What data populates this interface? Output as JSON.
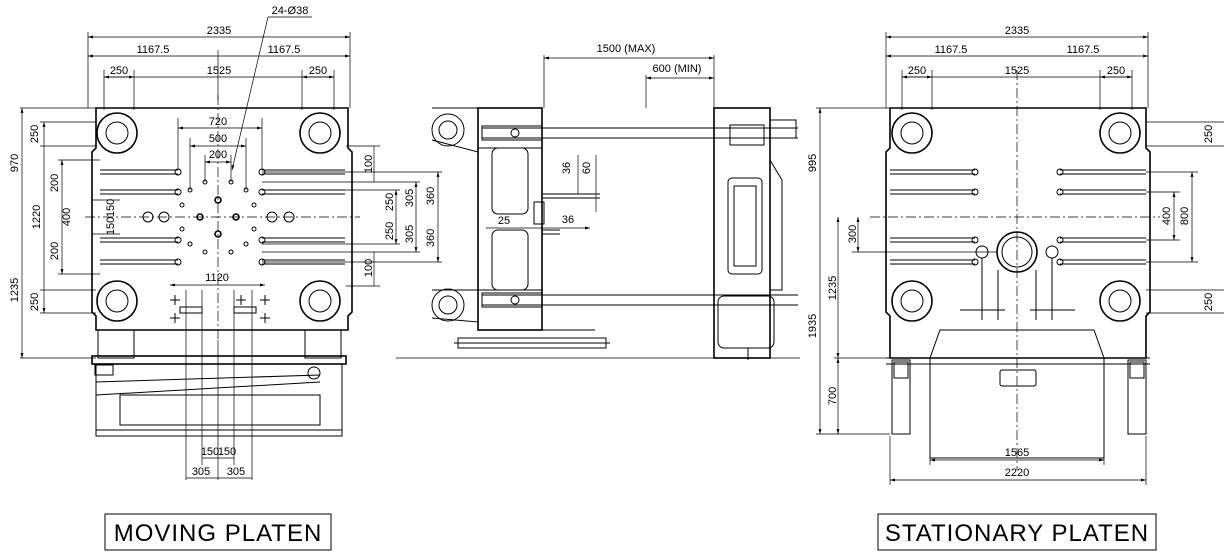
{
  "moving_platen": {
    "title": "MOVING PLATEN",
    "dims": {
      "d2335": "2335",
      "d1167_5_l": "1167.5",
      "d1167_5_r": "1167.5",
      "d250_l": "250",
      "d1525": "1525",
      "d250_r": "250",
      "hole_callout": "24-Ø38",
      "d720": "720",
      "d500": "500",
      "d200": "200",
      "d1120": "1120",
      "d150_l": "150",
      "d150_r": "150",
      "d305_l": "305",
      "d305_r": "305",
      "v970": "970",
      "v1220": "1220",
      "v1235": "1235",
      "v250_top": "250",
      "v200_top": "200",
      "v400": "400",
      "v200_bot": "200",
      "v250_bot": "250",
      "v150_a": "150",
      "v150_b": "150",
      "r100_top": "100",
      "r250_a": "250",
      "r305_a": "305",
      "r360_a": "360",
      "r250_b": "250",
      "r305_b": "305",
      "r360_b": "360",
      "r100_bot": "100"
    }
  },
  "side_view": {
    "dims": {
      "d1500": "1500 (MAX)",
      "d600": "600 (MIN)",
      "d36_a": "36",
      "d60": "60",
      "d25": "25",
      "d36_b": "36"
    }
  },
  "stationary_platen": {
    "title": "STATIONARY PLATEN",
    "dims": {
      "d2335": "2335",
      "d1167_5_l": "1167.5",
      "d1167_5_r": "1167.5",
      "d250_l": "250",
      "d1525": "1525",
      "d250_r": "250",
      "v995": "995",
      "v1235": "1235",
      "v1935": "1935",
      "v700": "700",
      "v300": "300",
      "r250_top": "250",
      "r400": "400",
      "r800": "800",
      "r250_bot": "250",
      "d1565": "1565",
      "d2220": "2220"
    }
  }
}
